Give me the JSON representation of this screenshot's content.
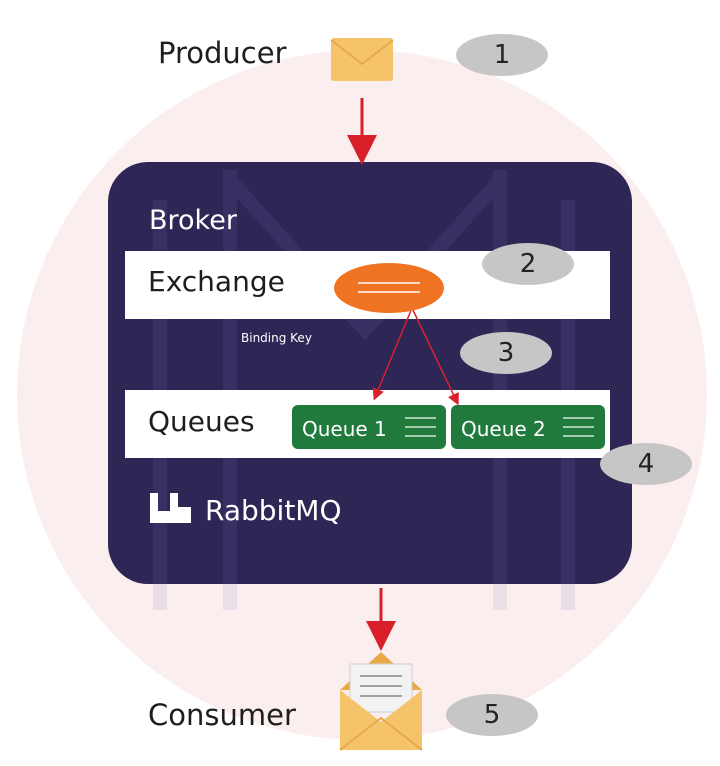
{
  "producer": {
    "label": "Producer",
    "step": "1"
  },
  "broker": {
    "label": "Broker",
    "exchange": {
      "label": "Exchange",
      "step": "2"
    },
    "binding": {
      "label": "Binding Key",
      "step": "3"
    },
    "queues": {
      "label": "Queues",
      "step": "4",
      "items": [
        {
          "label": "Queue 1"
        },
        {
          "label": "Queue 2"
        }
      ]
    },
    "brand": {
      "label": "RabbitMQ"
    }
  },
  "consumer": {
    "label": "Consumer",
    "step": "5"
  },
  "colors": {
    "broker_bg": "#2e2756",
    "arrow": "#d9202a",
    "exchange": "#ee7424",
    "queue": "#1f7a3c",
    "badge": "#c6c6c6",
    "envelope": "#f5c46a"
  }
}
